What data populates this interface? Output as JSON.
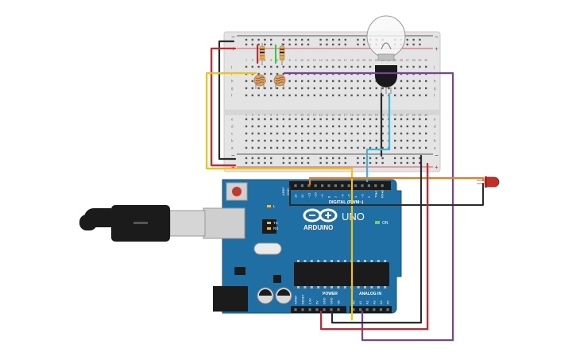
{
  "arduino": {
    "brand": "ARDUINO",
    "model": "UNO",
    "digital_header_label": "DIGITAL (PWM~)",
    "power_label": "POWER",
    "analog_label": "ANALOG IN",
    "on_label": "ON",
    "tx_label": "TX",
    "rx_label": "RX",
    "l_label": "L",
    "aref_label": "AREF",
    "gnd_label": "GND",
    "digital_pins": [
      "13",
      "12",
      "~11",
      "~10",
      "~9",
      "8",
      "7",
      "~6",
      "~5",
      "4",
      "~3",
      "2",
      "TX▸1",
      "RX◂0"
    ],
    "power_pins": [
      "IOREF",
      "RESET",
      "3.3V",
      "5V",
      "GND",
      "GND",
      "Vin"
    ],
    "analog_pins": [
      "A0",
      "A1",
      "A2",
      "A3",
      "A4",
      "A5"
    ]
  },
  "breadboard": {
    "rail_minus": "−",
    "rail_plus": "+",
    "row_letters_top": [
      "j",
      "i",
      "h",
      "g",
      "f"
    ],
    "row_letters_bottom": [
      "e",
      "d",
      "c",
      "b",
      "a"
    ],
    "column_numbers": [
      "1",
      "2",
      "3",
      "4",
      "5",
      "6",
      "7",
      "8",
      "9",
      "10",
      "11",
      "12",
      "13",
      "14",
      "15",
      "16",
      "17",
      "18",
      "19",
      "20",
      "21",
      "22",
      "23",
      "24",
      "25",
      "26",
      "27",
      "28",
      "29",
      "30"
    ]
  },
  "colors": {
    "board_blue": "#1f6fa5",
    "breadboard": "#e6e6e6",
    "wire_red": "#d2232a",
    "wire_black": "#2b2b2b",
    "wire_yellow": "#f1c40f",
    "wire_purple": "#7b3f9e",
    "wire_orange": "#e67e22",
    "wire_cyan": "#3fb6d9",
    "wire_green": "#2ecc40"
  }
}
